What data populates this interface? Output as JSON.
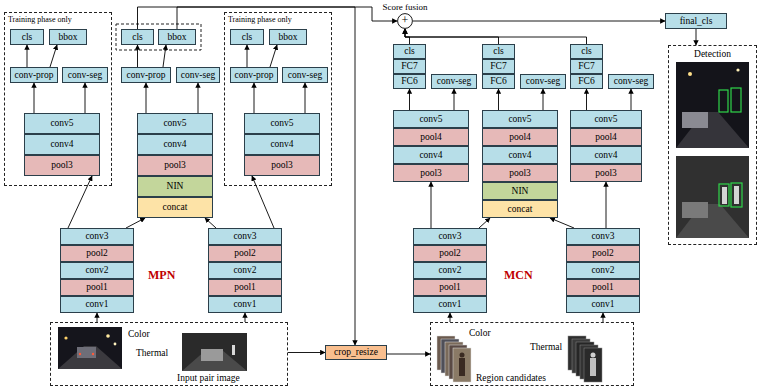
{
  "diagram": {
    "nodes": [
      {
        "text": [
          "Training phase only"
        ]
      },
      {
        "text": [
          "cls"
        ],
        "in": 0
      },
      {
        "text": [
          "bbox"
        ],
        "in": 0
      },
      {
        "text": [
          "conv-prop"
        ],
        "in": 0
      },
      {
        "text": [
          "conv-seg"
        ],
        "in": 0
      },
      {
        "text": [
          "conv5"
        ],
        "in": 0
      },
      {
        "text": [
          "conv4"
        ],
        "in": 0
      },
      {
        "text": [
          "pool3"
        ],
        "in": 0
      },
      {
        "text": [
          "cls"
        ]
      },
      {
        "text": [
          "bbox"
        ]
      },
      {
        "text": [
          "conv-prop"
        ]
      },
      {
        "text": [
          "conv-seg"
        ]
      },
      {
        "text": [
          "conv5"
        ]
      },
      {
        "text": [
          "conv4"
        ]
      },
      {
        "text": [
          "pool3"
        ]
      },
      {
        "text": [
          "NIN"
        ]
      },
      {
        "text": [
          "concat"
        ]
      },
      {
        "text": [
          "Training phase only"
        ]
      },
      {
        "text": [
          "cls"
        ],
        "in": 17
      },
      {
        "text": [
          "bbox"
        ],
        "in": 17
      },
      {
        "text": [
          "conv-prop"
        ],
        "in": 17
      },
      {
        "text": [
          "conv-seg"
        ],
        "in": 17
      },
      {
        "text": [
          "conv5"
        ],
        "in": 17
      },
      {
        "text": [
          "conv4"
        ],
        "in": 17
      },
      {
        "text": [
          "pool3"
        ],
        "in": 17
      },
      {
        "text": [
          "conv3"
        ]
      },
      {
        "text": [
          "pool2"
        ]
      },
      {
        "text": [
          "conv2"
        ]
      },
      {
        "text": [
          "pool1"
        ]
      },
      {
        "text": [
          "conv1"
        ]
      },
      {
        "text": [
          "conv3"
        ]
      },
      {
        "text": [
          "pool2"
        ]
      },
      {
        "text": [
          "conv2"
        ]
      },
      {
        "text": [
          "pool1"
        ]
      },
      {
        "text": [
          "conv1"
        ]
      },
      {
        "text": [
          "Color",
          "Thermal",
          "Input pair image"
        ]
      },
      {
        "text": [
          "crop_resize"
        ]
      },
      {
        "text": [
          "Score fusion",
          "+"
        ]
      },
      {
        "text": [
          "cls"
        ]
      },
      {
        "text": [
          "FC7"
        ]
      },
      {
        "text": [
          "FC6"
        ]
      },
      {
        "text": [
          "conv-seg"
        ]
      },
      {
        "text": [
          "conv5"
        ]
      },
      {
        "text": [
          "pool4"
        ]
      },
      {
        "text": [
          "conv4"
        ]
      },
      {
        "text": [
          "pool3"
        ]
      },
      {
        "text": [
          "cls"
        ]
      },
      {
        "text": [
          "FC7"
        ]
      },
      {
        "text": [
          "FC6"
        ]
      },
      {
        "text": [
          "conv-seg"
        ]
      },
      {
        "text": [
          "conv5"
        ]
      },
      {
        "text": [
          "pool4"
        ]
      },
      {
        "text": [
          "conv4"
        ]
      },
      {
        "text": [
          "pool3"
        ]
      },
      {
        "text": [
          "NIN"
        ]
      },
      {
        "text": [
          "concat"
        ]
      },
      {
        "text": [
          "cls"
        ]
      },
      {
        "text": [
          "FC7"
        ]
      },
      {
        "text": [
          "FC6"
        ]
      },
      {
        "text": [
          "conv-seg"
        ]
      },
      {
        "text": [
          "conv5"
        ]
      },
      {
        "text": [
          "pool4"
        ]
      },
      {
        "text": [
          "conv4"
        ]
      },
      {
        "text": [
          "pool3"
        ]
      },
      {
        "text": [
          "conv3"
        ]
      },
      {
        "text": [
          "pool2"
        ]
      },
      {
        "text": [
          "conv2"
        ]
      },
      {
        "text": [
          "pool1"
        ]
      },
      {
        "text": [
          "conv1"
        ]
      },
      {
        "text": [
          "conv3"
        ]
      },
      {
        "text": [
          "pool2"
        ]
      },
      {
        "text": [
          "conv2"
        ]
      },
      {
        "text": [
          "pool1"
        ]
      },
      {
        "text": [
          "conv1"
        ]
      },
      {
        "text": [
          "Color",
          "Thermal",
          "Region candidates"
        ]
      },
      {
        "text": [
          "final_cls"
        ]
      },
      {
        "text": [
          "Detection"
        ]
      }
    ],
    "edges": [
      {
        "from": 3,
        "to": 1,
        "arrow": "to"
      },
      {
        "from": 3,
        "to": 2,
        "arrow": "to"
      },
      {
        "from": 5,
        "to": 3,
        "arrow": "to"
      },
      {
        "from": 5,
        "to": 4,
        "arrow": "to"
      },
      {
        "from": 10,
        "to": 8,
        "arrow": "to"
      },
      {
        "from": 10,
        "to": 9,
        "arrow": "to"
      },
      {
        "from": 12,
        "to": 10,
        "arrow": "to"
      },
      {
        "from": 12,
        "to": 11,
        "arrow": "to"
      },
      {
        "from": 20,
        "to": 18,
        "arrow": "to"
      },
      {
        "from": 20,
        "to": 19,
        "arrow": "to"
      },
      {
        "from": 22,
        "to": 20,
        "arrow": "to"
      },
      {
        "from": 22,
        "to": 21,
        "arrow": "to"
      },
      {
        "from": 25,
        "to": 7,
        "arrow": "to"
      },
      {
        "from": 25,
        "to": 16,
        "arrow": "to"
      },
      {
        "from": 30,
        "to": 16,
        "arrow": "to"
      },
      {
        "from": 30,
        "to": 24,
        "arrow": "to"
      },
      {
        "from": 35,
        "to": 29,
        "arrow": "to"
      },
      {
        "from": 35,
        "to": 34,
        "arrow": "to"
      },
      {
        "from": 8,
        "to": 37,
        "arrow": "to"
      },
      {
        "from": 9,
        "to": 36,
        "arrow": "to"
      },
      {
        "from": 35,
        "to": 36,
        "arrow": "to"
      },
      {
        "from": 36,
        "to": 74,
        "arrow": "to"
      },
      {
        "from": 42,
        "to": 40,
        "arrow": "to"
      },
      {
        "from": 42,
        "to": 41,
        "arrow": "to"
      },
      {
        "from": 50,
        "to": 48,
        "arrow": "to"
      },
      {
        "from": 50,
        "to": 49,
        "arrow": "to"
      },
      {
        "from": 60,
        "to": 58,
        "arrow": "to"
      },
      {
        "from": 60,
        "to": 59,
        "arrow": "to"
      },
      {
        "from": 38,
        "to": 37,
        "arrow": "to"
      },
      {
        "from": 46,
        "to": 37,
        "arrow": "to"
      },
      {
        "from": 56,
        "to": 37,
        "arrow": "to"
      },
      {
        "from": 64,
        "to": 45,
        "arrow": "to"
      },
      {
        "from": 64,
        "to": 55,
        "arrow": "to"
      },
      {
        "from": 69,
        "to": 55,
        "arrow": "to"
      },
      {
        "from": 69,
        "to": 63,
        "arrow": "to"
      },
      {
        "from": 74,
        "to": 68,
        "arrow": "to"
      },
      {
        "from": 74,
        "to": 73,
        "arrow": "to"
      },
      {
        "from": 37,
        "to": 75,
        "arrow": "to"
      },
      {
        "from": 75,
        "to": 76,
        "arrow": "to"
      }
    ],
    "labels": [
      "MPN",
      "MCN"
    ]
  }
}
